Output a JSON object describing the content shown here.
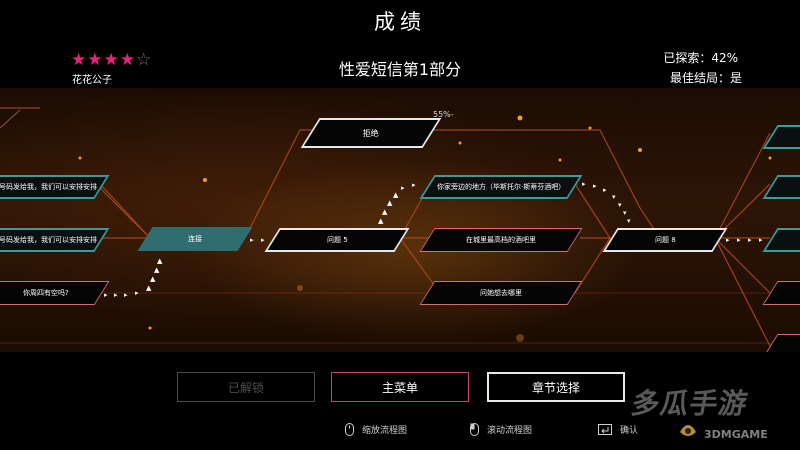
{
  "header": {
    "title": "成绩"
  },
  "rating": {
    "stars_filled": 4,
    "stars_total": 5,
    "label": "花花公子"
  },
  "chapter": {
    "title": "性爱短信第1部分"
  },
  "stats": {
    "explored": "已探索：42%",
    "best_ending": "最佳结局：是"
  },
  "flow": {
    "percent_label": "55%-",
    "nodes": {
      "left_top": "们的号码发给我，我们可以安排安排",
      "left_mid": "们的号码发给我，我们可以安排安排",
      "left_bottom": "你周四有空吗?",
      "reject": "拒绝",
      "connect": "连接",
      "question5": "问题 5",
      "nearby": "你家旁边的地方（毕斯托尔·斯蒂芬酒吧）",
      "highest_bar": "在城里最高档的酒吧里",
      "where_go": "问她想去哪里",
      "question8": "问题 8"
    }
  },
  "buttons": {
    "unlocked": "已解锁",
    "main_menu": "主菜单",
    "chapter_select": "章节选择"
  },
  "hints": {
    "zoom": "缩放流程图",
    "scroll": "滚动流程图",
    "confirm": "确认"
  },
  "watermark": {
    "cn": "多瓜手游",
    "en": "3DMGAME"
  },
  "colors": {
    "accent_pink": "#e8247a",
    "node_teal": "#3b9a9a",
    "line_orange": "#c0502a"
  }
}
